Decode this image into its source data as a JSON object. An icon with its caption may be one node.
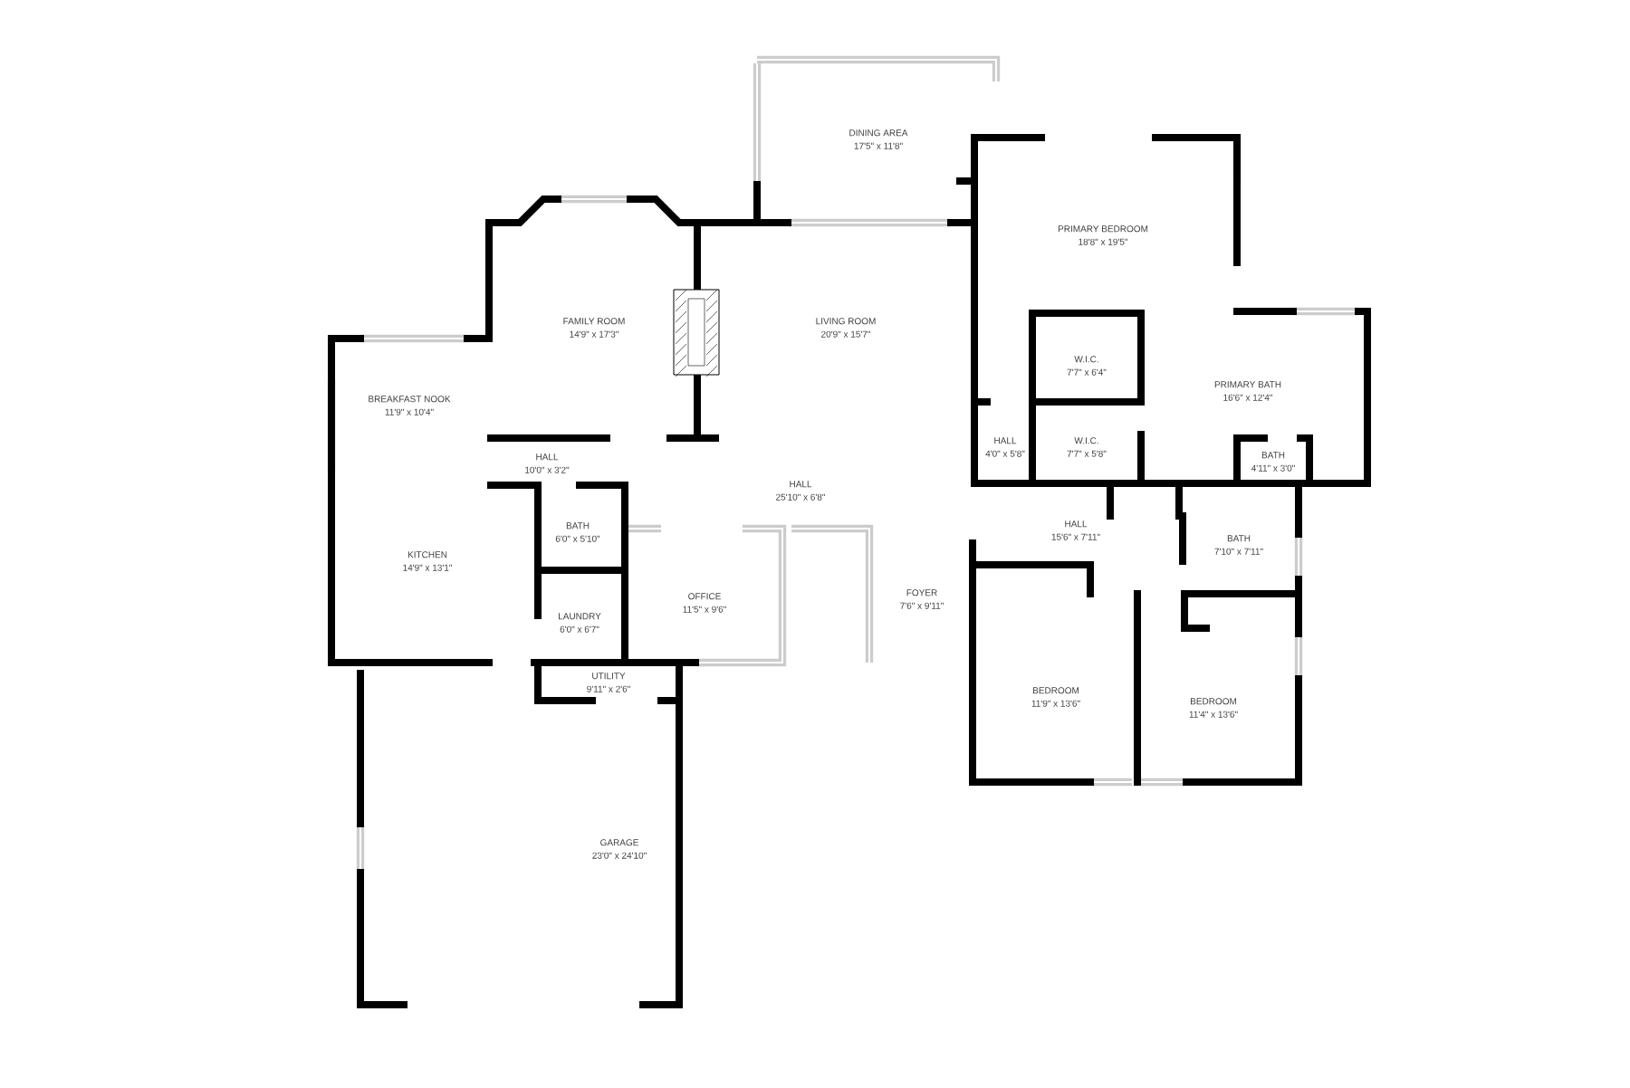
{
  "diagram": {
    "labels": [
      "DINING AREA",
      "17'5\" x 11'8\"",
      "PRIMARY BEDROOM",
      "18'8\" x 19'5\"",
      "FAMILY ROOM",
      "14'9\" x 17'3\"",
      "LIVING ROOM",
      "20'9\" x 15'7\"",
      "BREAKFAST NOOK",
      "11'9\" x 10'4\"",
      "W.I.C.",
      "7'7\" x 6'4\"",
      "PRIMARY BATH",
      "16'6\" x 12'4\"",
      "HALL",
      "4'0\" x 5'8\"",
      "W.I.C.",
      "7'7\" x 5'8\"",
      "BATH",
      "4'11\" x 3'0\"",
      "HALL",
      "10'0\" x 3'2\"",
      "HALL",
      "25'10\" x 6'8\"",
      "HALL",
      "15'6\" x 7'11\"",
      "BATH",
      "6'0\" x 5'10\"",
      "BATH",
      "7'10\" x 7'11\"",
      "KITCHEN",
      "14'9\" x 13'1\"",
      "FOYER",
      "7'6\" x 9'11\"",
      "OFFICE",
      "11'5\" x 9'6\"",
      "LAUNDRY",
      "6'0\" x 6'7\"",
      "UTILITY",
      "9'11\" x 2'6\"",
      "BEDROOM",
      "11'9\" x 13'6\"",
      "BEDROOM",
      "11'4\" x 13'6\"",
      "GARAGE",
      "23'0\" x 24'10\""
    ]
  }
}
